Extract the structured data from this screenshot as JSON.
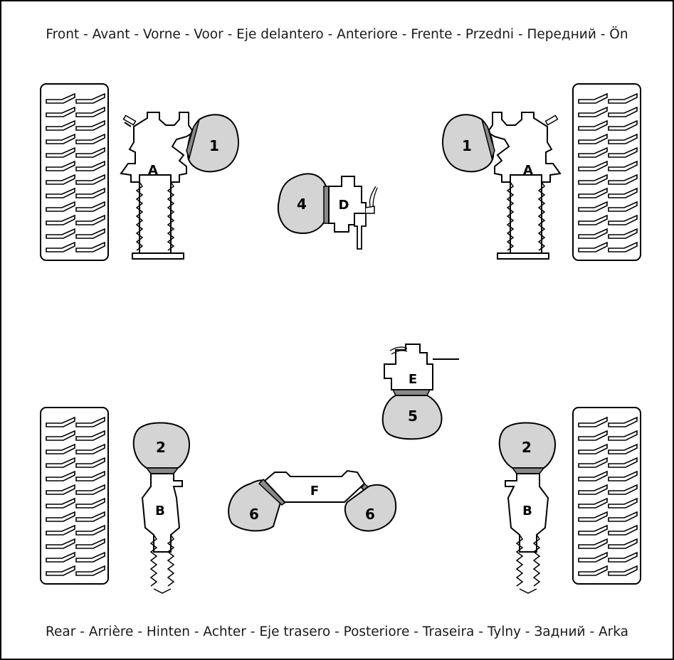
{
  "front_label": "Front - Avant - Vorne - Voor - Eje delantero - Anteriore - Frente - Przedni - Передний - Ön",
  "rear_label": "Rear - Arrière - Hinten - Achter - Eje trasero - Posteriore - Traseira - Tylny - Задний - Arka",
  "components": {
    "front_left": {
      "letter": "A",
      "number": "1"
    },
    "front_right": {
      "letter": "A",
      "number": "1"
    },
    "center_front": {
      "letter": "D",
      "number": "4"
    },
    "center_rear": {
      "letter": "E",
      "number": "5"
    },
    "rear_left": {
      "letter": "B",
      "number": "2"
    },
    "rear_right": {
      "letter": "B",
      "number": "2"
    },
    "center_bottom": {
      "letter": "F",
      "number_left": "6",
      "number_right": "6"
    }
  },
  "colors": {
    "stroke": "#000000",
    "grey_fill": "#d4d4d4",
    "dark_band": "#8a8a8a",
    "background": "#ffffff"
  }
}
